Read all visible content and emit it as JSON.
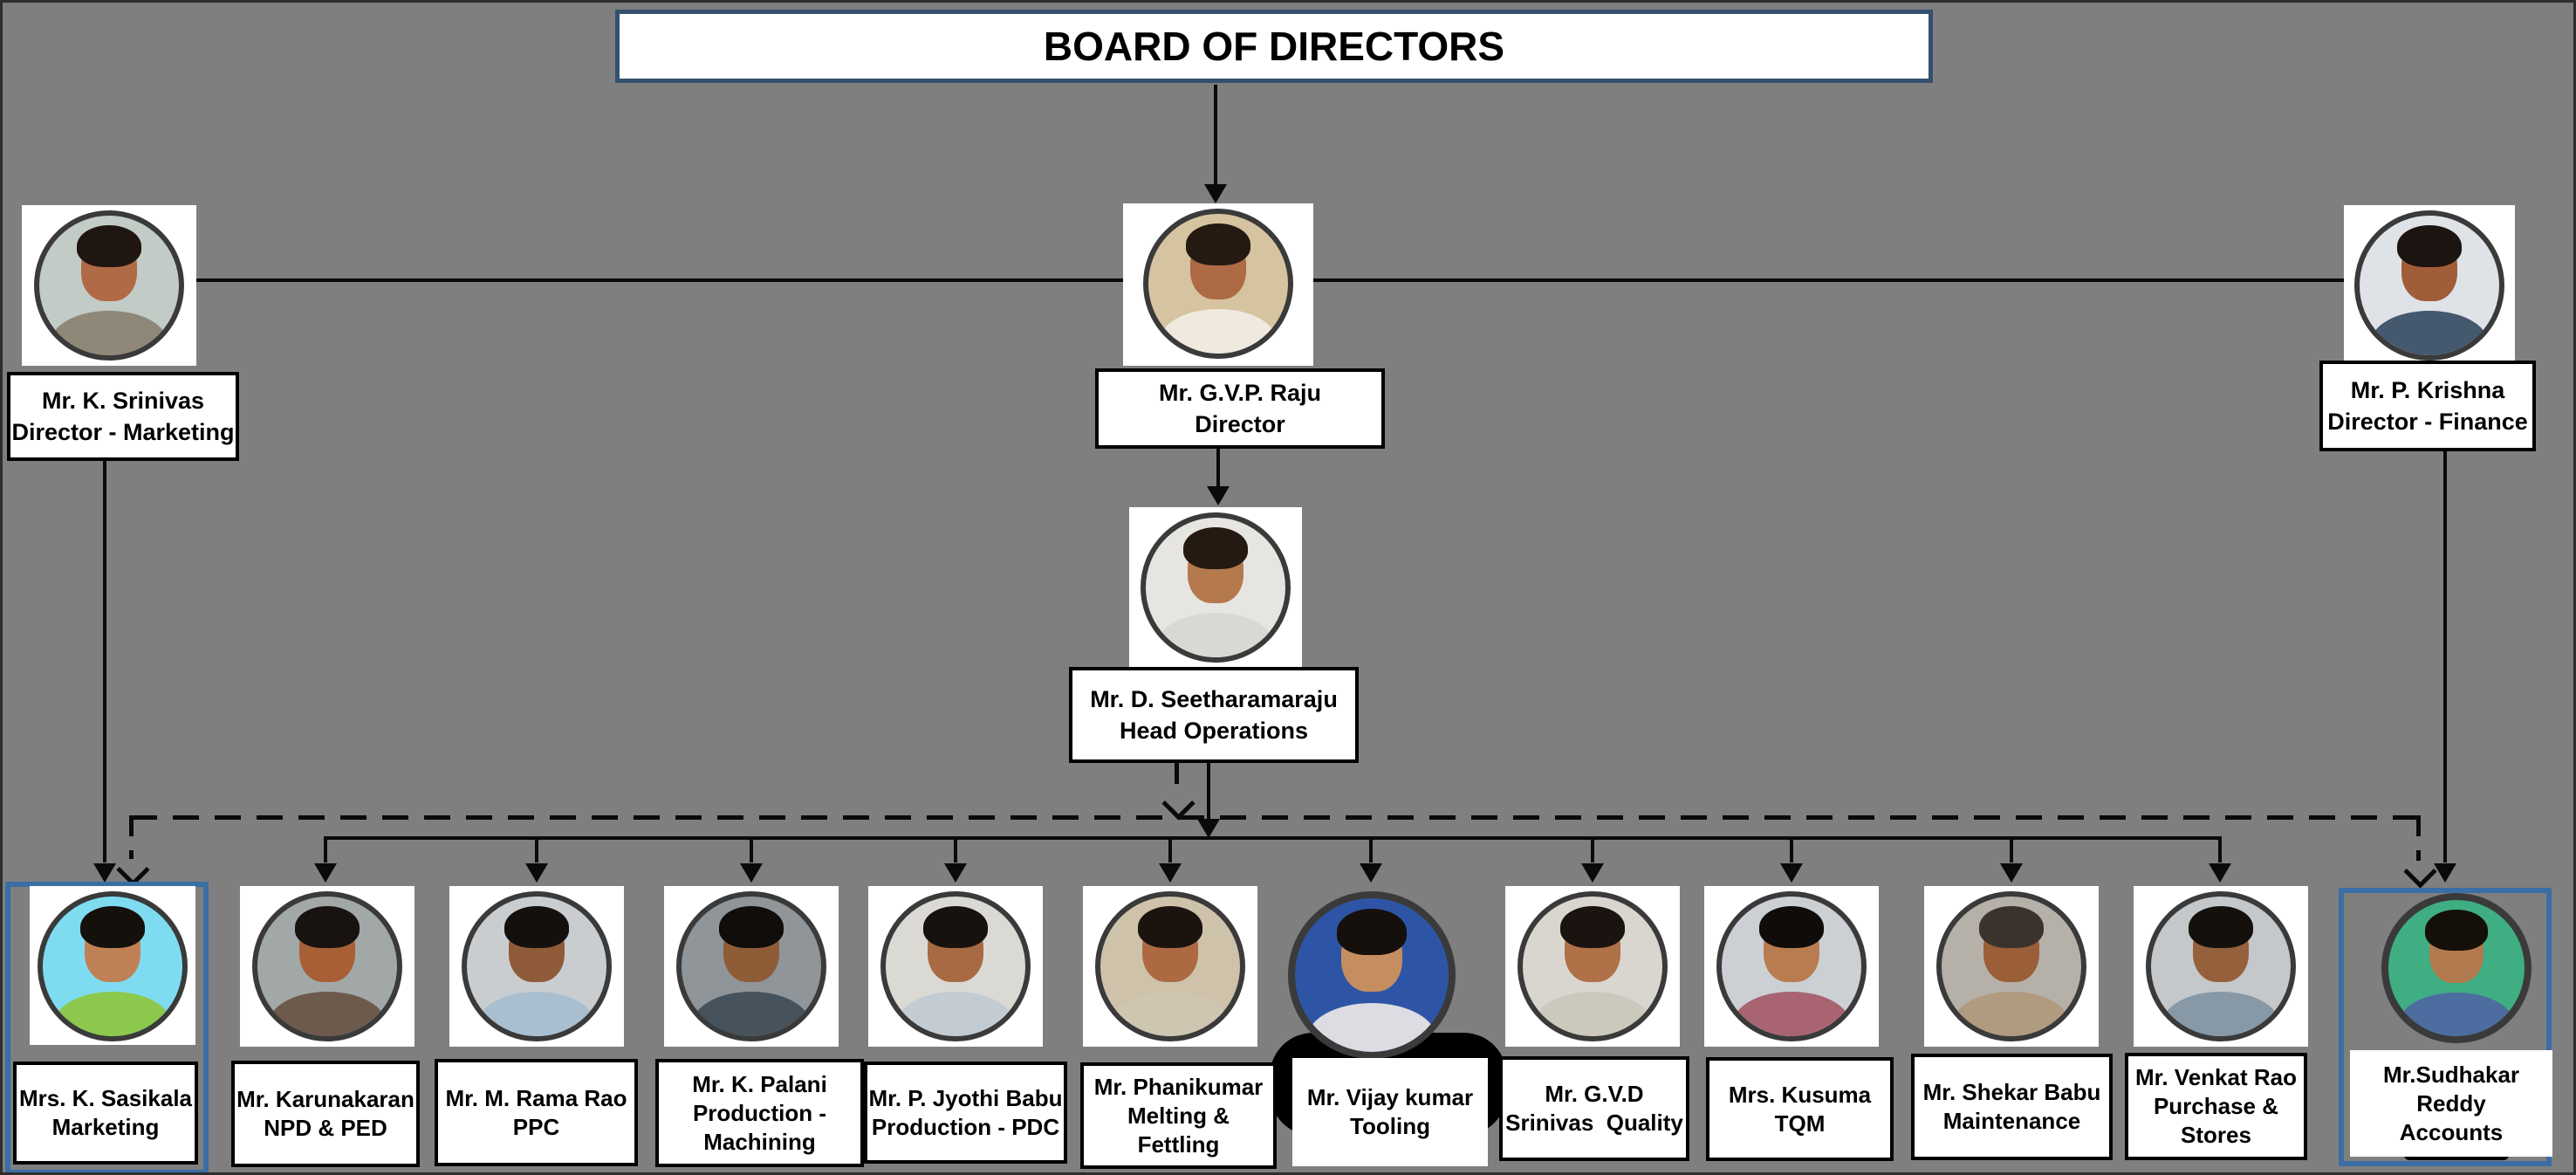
{
  "title": "BOARD OF DIRECTORS",
  "highlight_border_color": "#3a6ea5",
  "line_color": "#000000",
  "people": {
    "srinivas": {
      "lines": [
        "Mr. K. Srinivas",
        "Director - Marketing"
      ],
      "colors": {
        "bg": "#c2cbc6",
        "skin": "#b06a45",
        "shirt": "#8f8878",
        "hair": "#201611"
      }
    },
    "raju": {
      "lines": [
        "Mr. G.V.P. Raju",
        "Director"
      ],
      "colors": {
        "bg": "#d6c3a0",
        "skin": "#ad6a44",
        "shirt": "#efe9df",
        "hair": "#241a12"
      }
    },
    "krishna": {
      "lines": [
        "Mr. P. Krishna",
        "Director - Finance"
      ],
      "colors": {
        "bg": "#dfe3e8",
        "skin": "#a15d38",
        "shirt": "#44586e",
        "hair": "#1c1410"
      }
    },
    "seetharamaraju": {
      "lines": [
        "Mr. D. Seetharamaraju",
        "Head Operations"
      ],
      "colors": {
        "bg": "#e6e5e1",
        "skin": "#b5794e",
        "shirt": "#d9d9d4",
        "hair": "#241a12"
      }
    },
    "sasikala": {
      "lines": [
        "Mrs. K. Sasikala",
        "Marketing"
      ],
      "colors": {
        "bg": "#7fdcf0",
        "skin": "#c08056",
        "shirt": "#8cc84b",
        "hair": "#14100c"
      }
    },
    "karunakaran": {
      "lines": [
        "Mr. Karunakaran",
        "NPD & PED"
      ],
      "colors": {
        "bg": "#a2a8a8",
        "skin": "#a85f36",
        "shirt": "#6e5a4c",
        "hair": "#181210"
      }
    },
    "ramarao": {
      "lines": [
        "Mr. M. Rama Rao",
        "PPC"
      ],
      "colors": {
        "bg": "#c9cdd0",
        "skin": "#8e5a38",
        "shirt": "#a9bfd0",
        "hair": "#14100e"
      }
    },
    "palani": {
      "lines": [
        "Mr. K. Palani",
        "Production -",
        "Machining"
      ],
      "colors": {
        "bg": "#8f9598",
        "skin": "#8f5c38",
        "shirt": "#46525c",
        "hair": "#100d0b"
      }
    },
    "jyothibabu": {
      "lines": [
        "Mr. P. Jyothi Babu",
        "Production - PDC"
      ],
      "colors": {
        "bg": "#dad9d4",
        "skin": "#a76a42",
        "shirt": "#c3ccd2",
        "hair": "#18120e"
      }
    },
    "phanikumar": {
      "lines": [
        "Mr. Phanikumar",
        "Melting &",
        "Fettling"
      ],
      "colors": {
        "bg": "#cec2ab",
        "skin": "#ad6a42",
        "shirt": "#cfc6b2",
        "hair": "#1a130e"
      }
    },
    "vijay": {
      "lines": [
        "Mr. Vijay kumar",
        "Tooling"
      ],
      "colors": {
        "bg": "#2e55a5",
        "skin": "#c68e60",
        "shirt": "#dcdce2",
        "hair": "#16100c"
      }
    },
    "gvd": {
      "lines": [
        "Mr. G.V.D",
        "Srinivas  Quality"
      ],
      "colors": {
        "bg": "#d9d6cf",
        "skin": "#b07048",
        "shirt": "#ccc8bc",
        "hair": "#1a130f"
      }
    },
    "kusuma": {
      "lines": [
        "Mrs. Kusuma",
        "TQM"
      ],
      "colors": {
        "bg": "#ccd0d4",
        "skin": "#b97c50",
        "shirt": "#a86470",
        "hair": "#0f0c0a"
      }
    },
    "shekar": {
      "lines": [
        "Mr. Shekar Babu",
        "Maintenance"
      ],
      "colors": {
        "bg": "#b5b1a9",
        "skin": "#9a5e38",
        "shirt": "#b09a80",
        "hair": "#3a332c"
      }
    },
    "venkat": {
      "lines": [
        "Mr. Venkat Rao",
        "Purchase &",
        "Stores"
      ],
      "colors": {
        "bg": "#c4c8ca",
        "skin": "#95603c",
        "shirt": "#8798a6",
        "hair": "#14100c"
      }
    },
    "sudhakar": {
      "lines": [
        "Mr.Sudhakar Reddy",
        "Accounts"
      ],
      "colors": {
        "bg": "#3fae83",
        "skin": "#b07a4e",
        "shirt": "#4d6da0",
        "hair": "#141009"
      }
    }
  }
}
